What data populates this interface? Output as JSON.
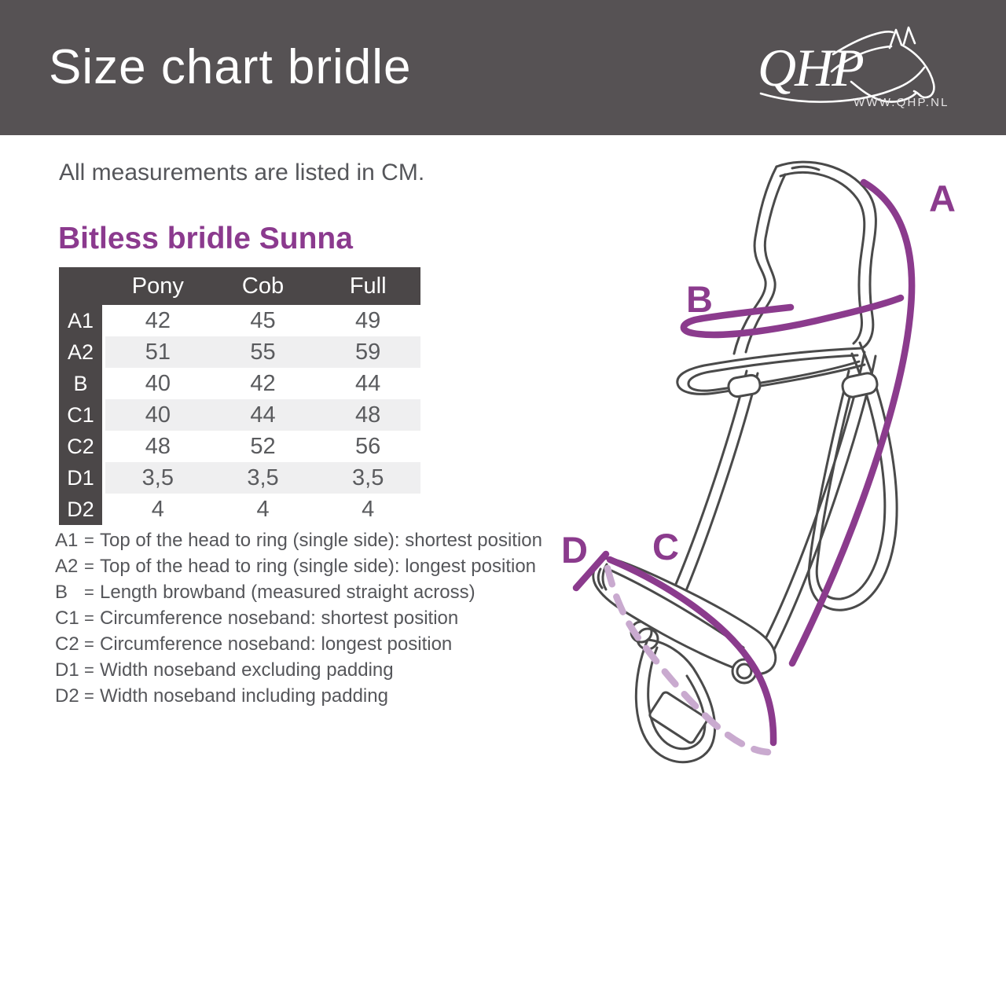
{
  "header": {
    "title": "Size chart bridle",
    "logo": {
      "brand": "QHP",
      "url": "WWW.QHP.NL"
    }
  },
  "intro": {
    "note": "All measurements are listed in CM."
  },
  "product": {
    "title": "Bitless bridle Sunna"
  },
  "table": {
    "columns": [
      "Pony",
      "Cob",
      "Full"
    ],
    "rows": [
      {
        "label": "A1",
        "values": [
          "42",
          "45",
          "49"
        ]
      },
      {
        "label": "A2",
        "values": [
          "51",
          "55",
          "59"
        ]
      },
      {
        "label": "B",
        "values": [
          "40",
          "42",
          "44"
        ]
      },
      {
        "label": "C1",
        "values": [
          "40",
          "44",
          "48"
        ]
      },
      {
        "label": "C2",
        "values": [
          "48",
          "52",
          "56"
        ]
      },
      {
        "label": "D1",
        "values": [
          "3,5",
          "3,5",
          "3,5"
        ]
      },
      {
        "label": "D2",
        "values": [
          "4",
          "4",
          "4"
        ]
      }
    ]
  },
  "legend": {
    "equals": "=",
    "items": [
      {
        "key": "A1",
        "text": "Top of the head to ring (single side): shortest position"
      },
      {
        "key": "A2",
        "text": "Top of the head to ring (single side): longest position"
      },
      {
        "key": "B",
        "text": "Length browband (measured straight across)"
      },
      {
        "key": "C1",
        "text": "Circumference noseband: shortest position"
      },
      {
        "key": "C2",
        "text": "Circumference noseband: longest position"
      },
      {
        "key": "D1",
        "text": "Width noseband excluding padding"
      },
      {
        "key": "D2",
        "text": "Width noseband including padding"
      }
    ]
  },
  "diagram": {
    "labels": {
      "a": "A",
      "b": "B",
      "c": "C",
      "d": "D"
    }
  },
  "colors": {
    "banner": "#565254",
    "table_dark": "#4b4748",
    "row_alt": "#efeff0",
    "purple": "#8b3b8d",
    "purple_light": "#c9aacf",
    "text_gray": "#55565a",
    "line_art_gray": "#4a4a4a"
  }
}
